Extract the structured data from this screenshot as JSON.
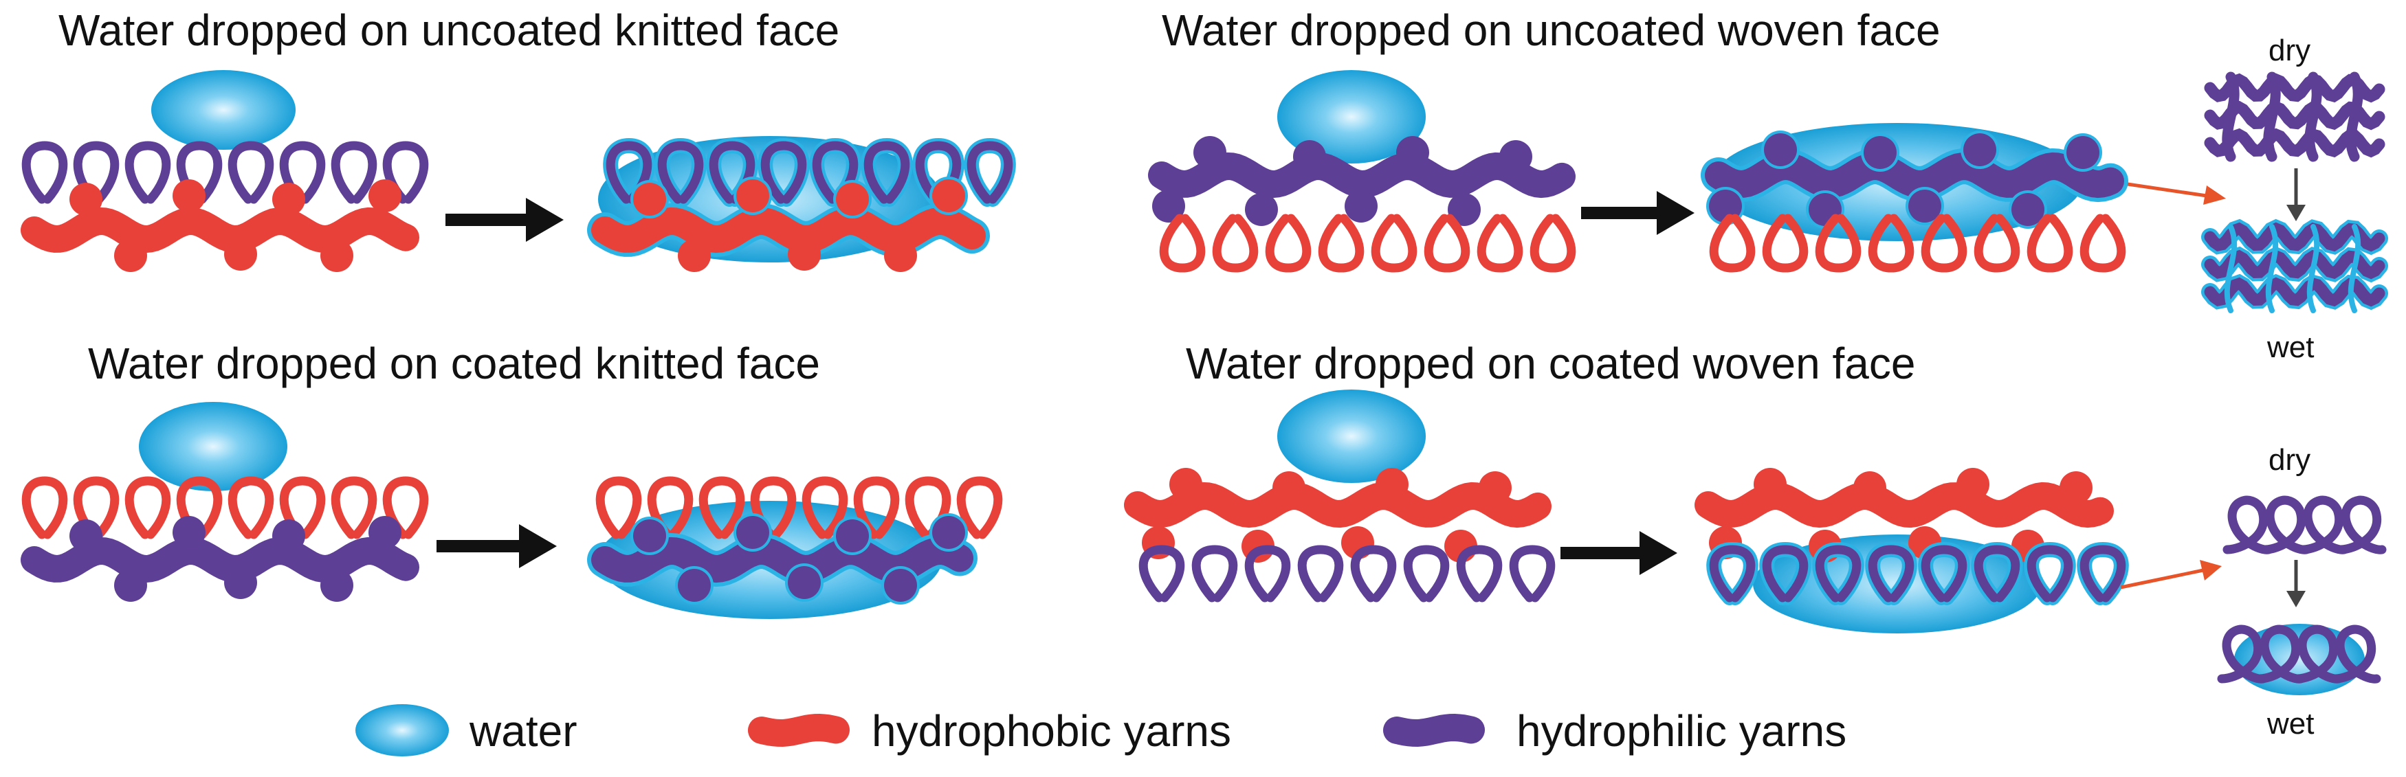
{
  "panels": {
    "uncoated_knitted": {
      "title": "Water dropped on uncoated knitted face"
    },
    "uncoated_woven": {
      "title": "Water dropped on uncoated woven face",
      "inset_dry": "dry",
      "inset_wet": "wet"
    },
    "coated_knitted": {
      "title": "Water dropped on coated knitted face"
    },
    "coated_woven": {
      "title": "Water dropped on coated woven face",
      "inset_dry": "dry",
      "inset_wet": "wet"
    }
  },
  "legend": {
    "water": "water",
    "hydrophobic": "hydrophobic yarns",
    "hydrophilic": "hydrophilic yarns"
  },
  "colors": {
    "hydrophobic": "#e8413a",
    "hydrophilic": "#5e3f96",
    "water_light": "#e6f7ff",
    "water_dark": "#1aa0d8",
    "arrow": "#111111",
    "inset_arrow": "#e8542a",
    "inset_down_arrow": "#444444"
  }
}
